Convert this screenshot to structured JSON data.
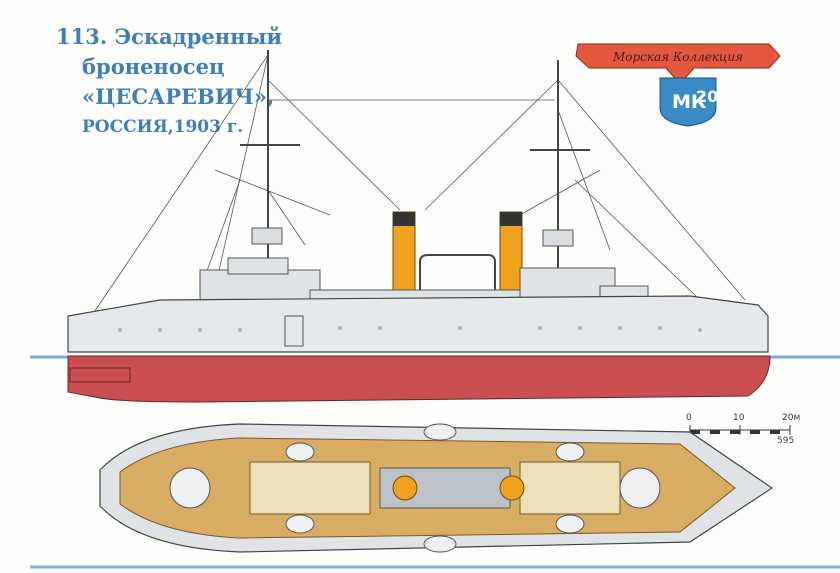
{
  "caption": {
    "line1": "113. Эскадренный",
    "line2": "броненосец",
    "line3": "«ЦЕСАРЕВИЧ»,",
    "line4": "РОССИЯ,1903 г."
  },
  "logo": {
    "ribbon_text": "Морская Коллекция",
    "letters": "МК",
    "number": "20"
  },
  "scale": {
    "label_0": "0",
    "label_10": "10",
    "label_20": "20м"
  },
  "code": "595",
  "colors": {
    "caption": "#3f7fb8",
    "hull_red": "#c94f52",
    "hull_grey": "#e6e9ec",
    "funnel": "#f0a21e",
    "deck": "#d9ae64",
    "ribbon": "#e4583f",
    "badge": "#3b8ac8",
    "waterline": "#79b4de"
  }
}
